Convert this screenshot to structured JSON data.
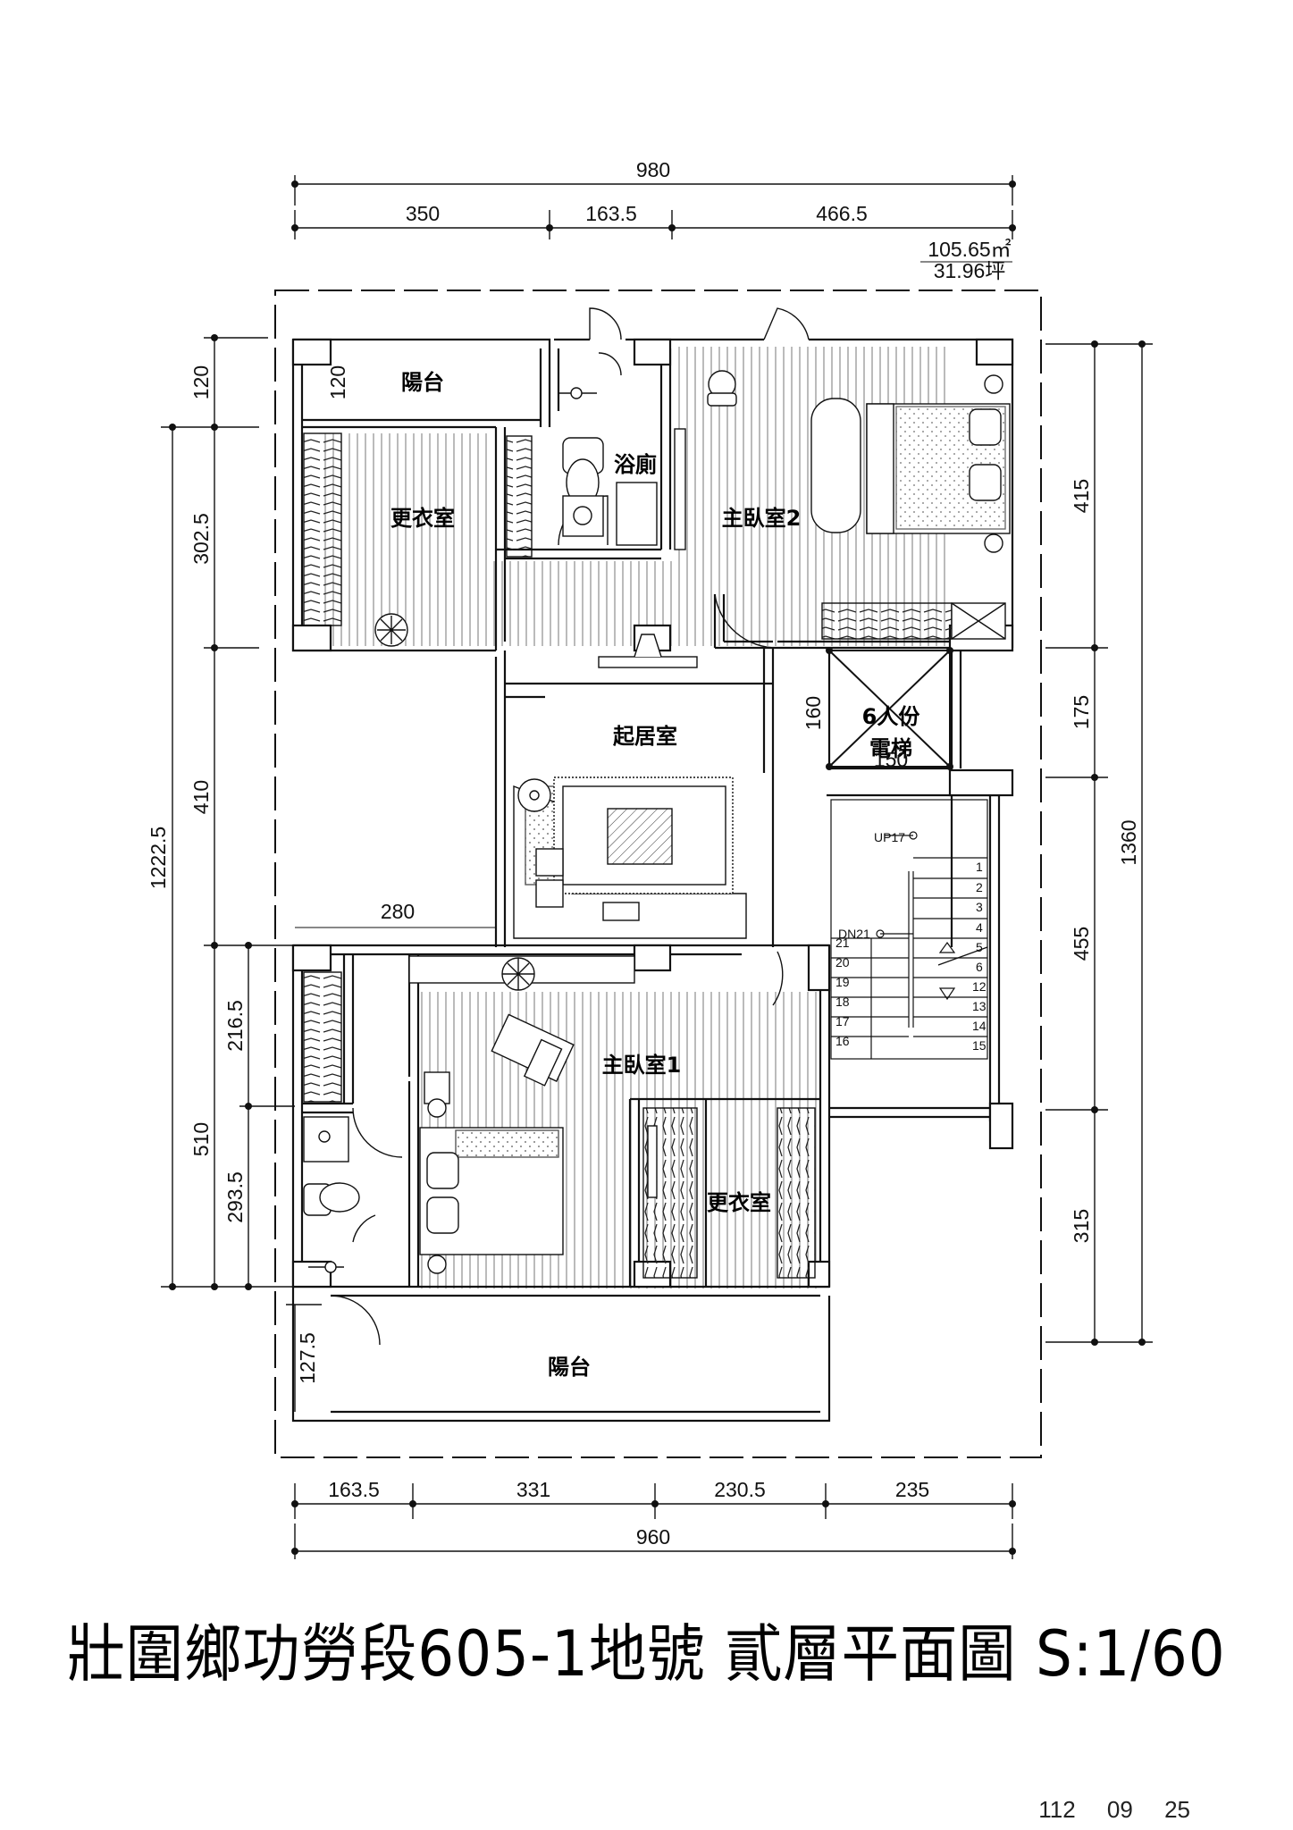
{
  "area": {
    "sqm": "105.65㎡",
    "ping": "31.96坪"
  },
  "dims": {
    "top_total": "980",
    "top_segments": [
      "350",
      "163.5",
      "466.5"
    ],
    "bottom_segments": [
      "163.5",
      "331",
      "230.5",
      "235"
    ],
    "bottom_total": "960",
    "left_outer": "1222.5",
    "left_mid": [
      "120",
      "302.5",
      "410",
      "510"
    ],
    "left_inner": [
      "216.5",
      "293.5",
      "127.5"
    ],
    "inner_120": "120",
    "right_segments": [
      "415",
      "175",
      "455",
      "315"
    ],
    "right_total": "1360",
    "interior_280": "280",
    "interior_160": "160",
    "interior_150": "150"
  },
  "rooms": {
    "balcony_top": "陽台",
    "closet_top": "更衣室",
    "bath": "浴廁",
    "master2": "主臥室2",
    "living": "起居室",
    "elevator_line1": "6人份",
    "elevator_line2": "電梯",
    "master1": "主臥室1",
    "closet_bottom": "更衣室",
    "balcony_bottom": "陽台"
  },
  "stairs": {
    "up": "UP17",
    "dn": "DN21",
    "steps_left": [
      "21",
      "20",
      "19",
      "18",
      "17",
      "16"
    ],
    "steps_right": [
      "1",
      "2",
      "3",
      "4",
      "5",
      "6",
      "12",
      "13",
      "14",
      "15"
    ]
  },
  "title": "壯圍鄉功勞段605-1地號  貳層平面圖 S:1/60",
  "date": "112 09 25"
}
